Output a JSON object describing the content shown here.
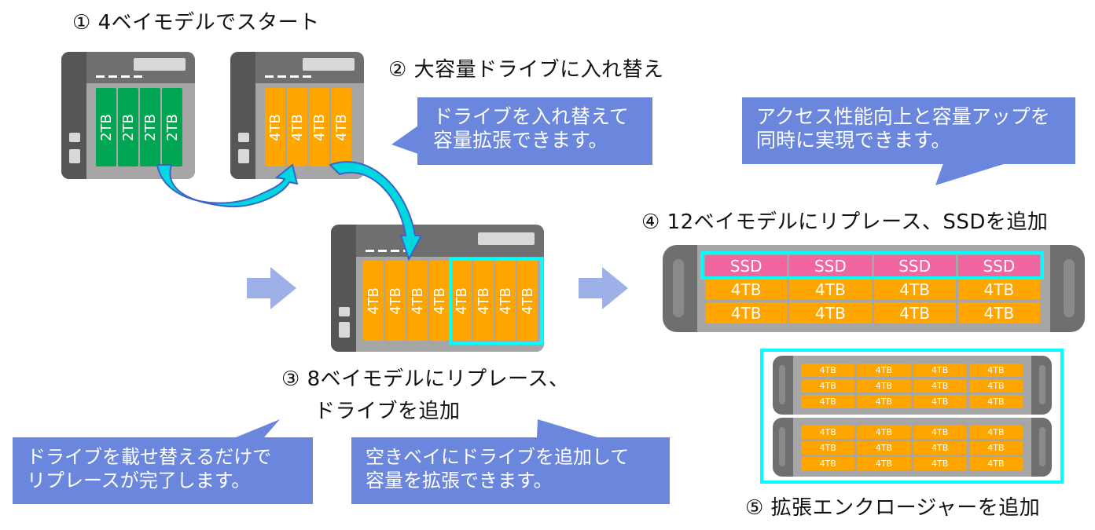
{
  "steps": {
    "step1": {
      "title": "① 4ベイモデルでスタート",
      "drives": [
        "2TB",
        "2TB",
        "2TB",
        "2TB"
      ]
    },
    "step2": {
      "title": "② 大容量ドライブに入れ替え",
      "drives": [
        "4TB",
        "4TB",
        "4TB",
        "4TB"
      ],
      "callout": [
        "ドライブを入れ替えて",
        "容量拡張できます。"
      ]
    },
    "step3": {
      "title_line1": "③ 8ベイモデルにリプレース、",
      "title_line2": "ドライブを追加",
      "drives": [
        "4TB",
        "4TB",
        "4TB",
        "4TB",
        "4TB",
        "4TB",
        "4TB",
        "4TB"
      ],
      "callout_left": [
        "ドライブを載せ替えるだけで",
        "リプレースが完了します。"
      ],
      "callout_right": [
        "空きベイにドライブを追加して",
        "容量を拡張できます。"
      ]
    },
    "step4": {
      "title": "④ 12ベイモデルにリプレース、SSDを追加",
      "ssd_row": [
        "SSD",
        "SSD",
        "SSD",
        "SSD"
      ],
      "hdd_rows": [
        [
          "4TB",
          "4TB",
          "4TB",
          "4TB"
        ],
        [
          "4TB",
          "4TB",
          "4TB",
          "4TB"
        ]
      ],
      "callout": [
        "アクセス性能向上と容量アップを",
        "同時に実現できます。"
      ]
    },
    "step5": {
      "title": "⑤ 拡張エンクロージャーを追加",
      "enclosures": [
        [
          [
            "4TB",
            "4TB",
            "4TB",
            "4TB"
          ],
          [
            "4TB",
            "4TB",
            "4TB",
            "4TB"
          ],
          [
            "4TB",
            "4TB",
            "4TB",
            "4TB"
          ]
        ],
        [
          [
            "4TB",
            "4TB",
            "4TB",
            "4TB"
          ],
          [
            "4TB",
            "4TB",
            "4TB",
            "4TB"
          ],
          [
            "4TB",
            "4TB",
            "4TB",
            "4TB"
          ]
        ]
      ]
    }
  },
  "colors": {
    "hdd_2tb": "#00a651",
    "hdd_4tb": "#ffa500",
    "ssd": "#f066a0",
    "highlight": "#00ffff",
    "callout": "#6a86dd",
    "flow_arrow": "#9eb0e8"
  }
}
